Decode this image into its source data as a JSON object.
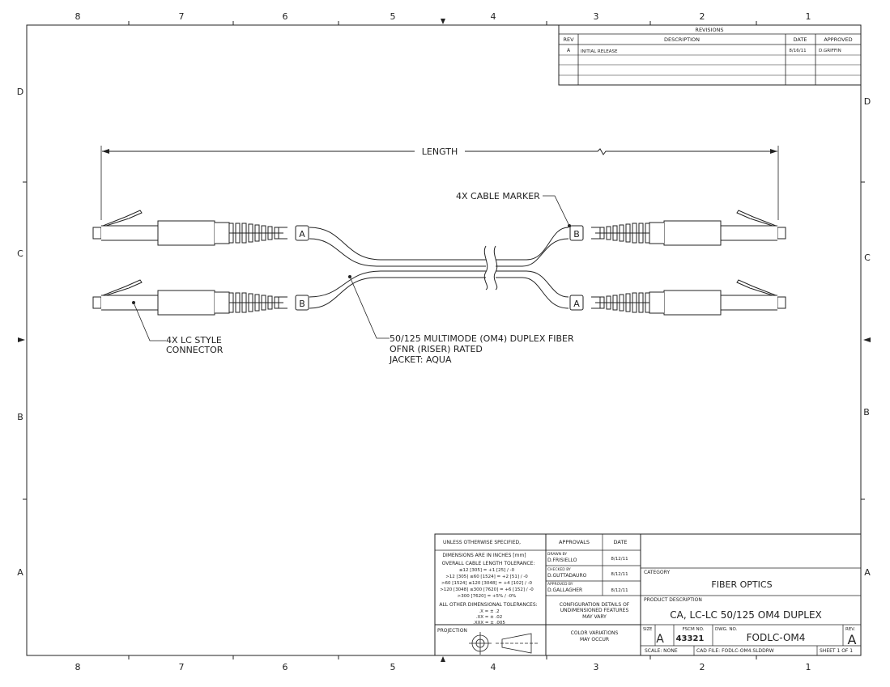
{
  "zones": {
    "columns": [
      "8",
      "7",
      "6",
      "5",
      "4",
      "3",
      "2",
      "1"
    ],
    "rows": [
      "D",
      "C",
      "B",
      "A"
    ]
  },
  "revisions": {
    "title": "REVISIONS",
    "headers": {
      "rev": "REV",
      "description": "DESCRIPTION",
      "date": "DATE",
      "approved": "APPROVED"
    },
    "rows": [
      {
        "rev": "A",
        "description": "INITIAL RELEASE",
        "date": "8/16/11",
        "approved": "D.GRIFFIN"
      }
    ]
  },
  "drawing": {
    "length_label": "LENGTH",
    "cable_marker_label": "4X CABLE MARKER",
    "marker_a": "A",
    "marker_b": "B",
    "connector_note": [
      "4X LC STYLE",
      "CONNECTOR"
    ],
    "fiber_note": [
      "50/125 MULTIMODE (OM4) DUPLEX FIBER",
      "OFNR (RISER) RATED",
      "JACKET: AQUA"
    ]
  },
  "title_block": {
    "tolerances": {
      "line1": "UNLESS OTHERWISE SPECIFIED,",
      "line2": "DIMENSIONS ARE IN INCHES [mm]",
      "line3": "OVERALL CABLE LENGTH TOLERANCE:",
      "lines": [
        "≤12 [305] = +1 [25] / -0",
        ">12 [305] ≤60 [1524] = +2 [51] / -0",
        ">60 [1524] ≤120 [3048] = +4 [102] / -0",
        ">120 [3048] ≤300 [7620] = +6 [152] / -0",
        ">300 [7620] = +5% / -0%"
      ],
      "other_title": "ALL OTHER DIMENSIONAL TOLERANCES:",
      "other": [
        ".X = ± .2",
        ".XX = ± .02",
        ".XXX = ± .005"
      ]
    },
    "approvals": {
      "header": "APPROVALS",
      "date_header": "DATE",
      "rows": [
        {
          "role": "DRAWN BY",
          "name": "D.FRISIELLO",
          "date": "8/12/11"
        },
        {
          "role": "CHECKED BY",
          "name": "D.GUTTADAURO",
          "date": "8/12/11"
        },
        {
          "role": "APPROVED BY",
          "name": "D.GALLAGHER",
          "date": "8/12/11"
        }
      ]
    },
    "config_note": [
      "CONFIGURATION DETAILS OF",
      "UNDIMENSIONED FEATURES",
      "MAY VARY"
    ],
    "color_note": [
      "COLOR VARIATIONS",
      "MAY OCCUR"
    ],
    "projection_label": "PROJECTION",
    "category_label": "CATEGORY",
    "category": "FIBER OPTICS",
    "product_description_label": "PRODUCT DESCRIPTION",
    "product_description": "CA, LC-LC 50/125 OM4 DUPLEX",
    "size_label": "SIZE",
    "size": "A",
    "fscm_label": "FSCM NO.",
    "fscm": "43321",
    "dwg_label": "DWG. NO.",
    "dwg": "FODLC-OM4",
    "rev_label": "REV.",
    "rev": "A",
    "scale": "SCALE:  NONE",
    "cad_file": "CAD FILE:   FODLC-OM4.SLDDRW",
    "sheet": "SHEET  1  OF  1"
  }
}
